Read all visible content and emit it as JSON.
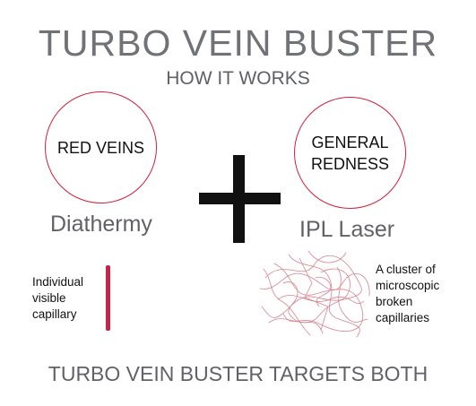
{
  "title": "TURBO VEIN BUSTER",
  "subtitle": "HOW IT WORKS",
  "left": {
    "circle_lines": [
      "RED VEINS"
    ],
    "technique": "Diathermy",
    "note_lines": [
      "Individual",
      "visible",
      "capillary"
    ]
  },
  "right": {
    "circle_lines": [
      "GENERAL",
      "REDNESS"
    ],
    "technique": "IPL Laser",
    "note_lines": [
      "A cluster of",
      "microscopic",
      "broken",
      "capillaries"
    ]
  },
  "footer": "TURBO VEIN BUSTER TARGETS BOTH",
  "colors": {
    "accent_red": "#d21f3a",
    "capillary_bar": "#c4254a",
    "text_gray": "#707277"
  },
  "icons": {
    "operator": "plus-icon",
    "single_capillary": "capillary-line-icon",
    "capillary_cluster": "capillary-cluster-icon"
  }
}
